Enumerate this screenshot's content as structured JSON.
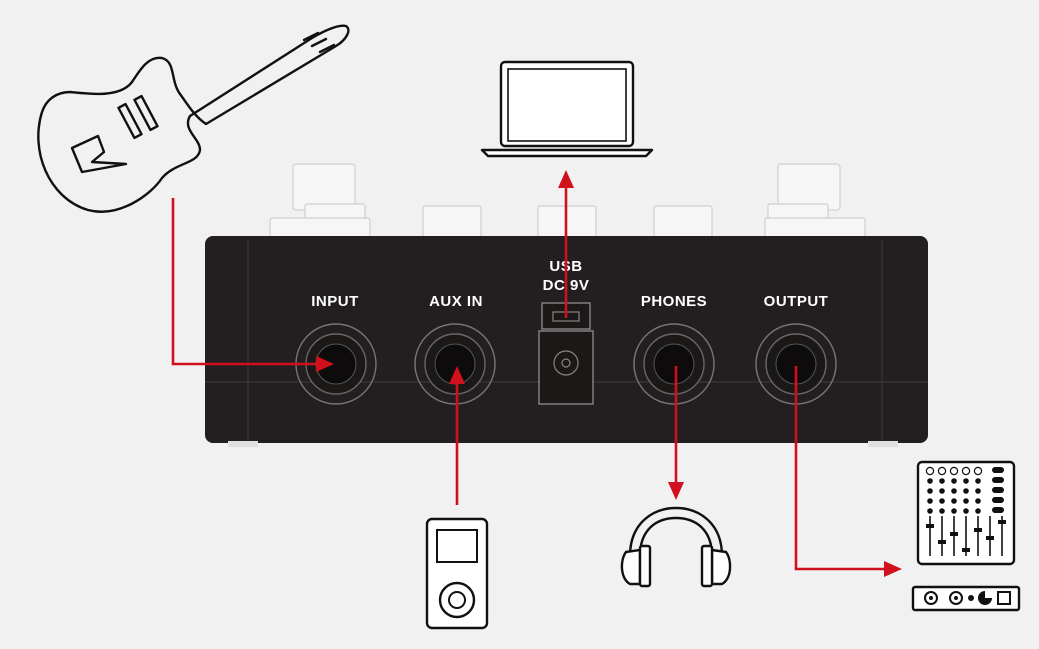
{
  "device": {
    "ports": {
      "input": "INPUT",
      "aux_in": "AUX IN",
      "usb": "USB",
      "dc": "DC 9V",
      "phones": "PHONES",
      "output": "OUTPUT"
    }
  },
  "colors": {
    "background": "#f1f1f1",
    "device_body": "#231f20",
    "cable": "#d0101d",
    "outline": "#111111",
    "label": "#ffffff"
  },
  "icons": [
    "guitar-icon",
    "laptop-icon",
    "media-player-icon",
    "headphones-icon",
    "mixer-icon"
  ]
}
